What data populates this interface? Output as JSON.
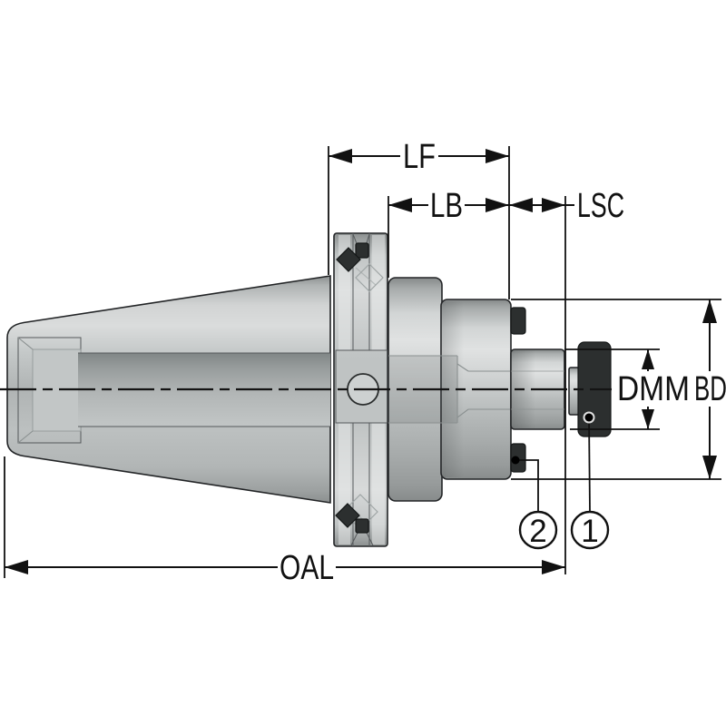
{
  "drawing": {
    "subject": "tool-holder-side-view-technical-drawing",
    "labels": {
      "lf": "LF",
      "lb": "LB",
      "lsc": "LSC",
      "dmm": "DMM",
      "bd": "BD",
      "oal": "OAL"
    },
    "callouts": [
      {
        "number": "2"
      },
      {
        "number": "1"
      }
    ],
    "colors": {
      "background": "#ffffff",
      "line": "#111111",
      "metal_light": "#dadcdc",
      "metal_mid": "#bec2c2",
      "metal_dark": "#8d9191",
      "hardware_dark": "#2c2f2f"
    }
  }
}
